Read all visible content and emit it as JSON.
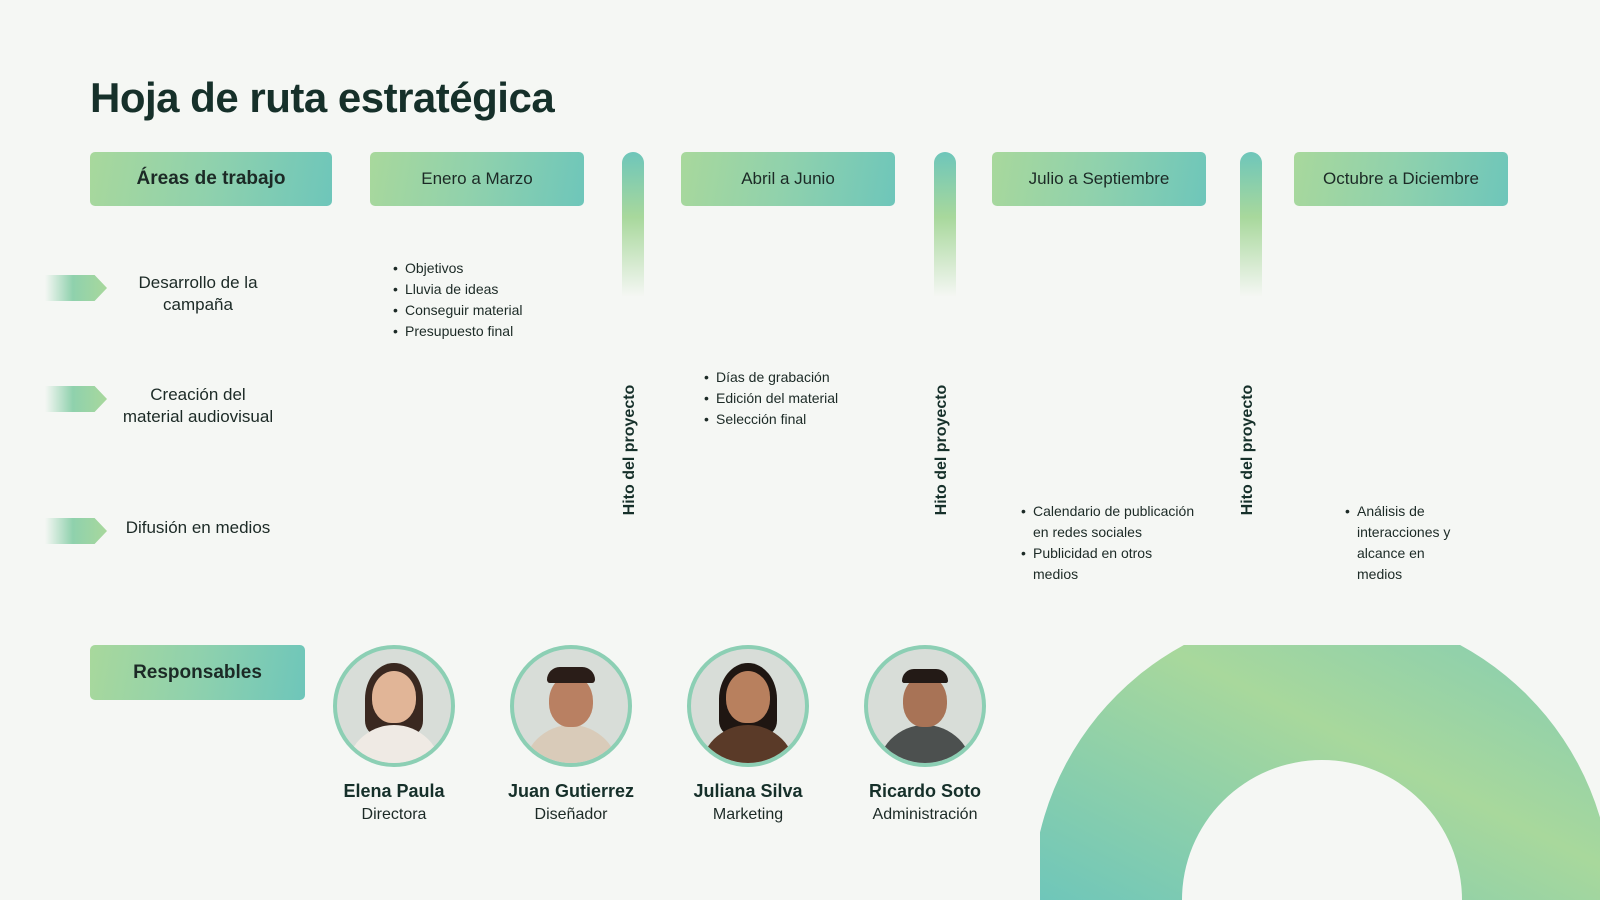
{
  "title": "Hoja de ruta estratégica",
  "headers": {
    "areas": "Áreas de trabajo",
    "q1": "Enero a Marzo",
    "q2": "Abril a Junio",
    "q3": "Julio a Septiembre",
    "q4": "Octubre a Diciembre"
  },
  "milestone_label": "Hito del proyecto",
  "areas": [
    "Desarrollo de la campaña",
    "Creación del material audiovisual",
    "Difusión en medios"
  ],
  "tasks": {
    "q1": [
      "Objetivos",
      "Lluvia de ideas",
      "Conseguir material",
      "Presupuesto final"
    ],
    "q2": [
      "Días de grabación",
      "Edición del material",
      "Selección final"
    ],
    "q3": [
      "Calendario de publicación en redes sociales",
      "Publicidad en otros medios"
    ],
    "q4": [
      "Análisis de interacciones y alcance en medios"
    ]
  },
  "responsables": {
    "label": "Responsables",
    "people": [
      {
        "name": "Elena Paula",
        "role": "Directora"
      },
      {
        "name": "Juan Gutierrez",
        "role": "Diseñador"
      },
      {
        "name": "Juliana Silva",
        "role": "Marketing"
      },
      {
        "name": "Ricardo Soto",
        "role": "Administración"
      }
    ]
  },
  "colors": {
    "accent_green": "#a8d89c",
    "accent_teal": "#6ec6ba",
    "background": "#f5f7f4",
    "text_dark": "#16302a"
  }
}
